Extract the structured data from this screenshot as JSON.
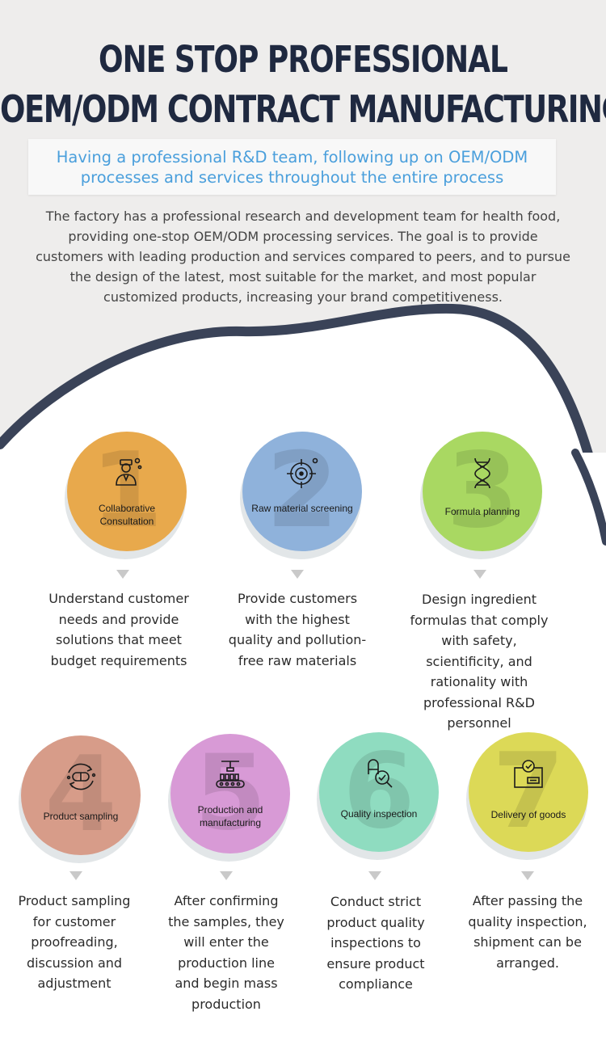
{
  "header": {
    "title_line1": "ONE STOP PROFESSIONAL",
    "title_line2": "OEM/ODM CONTRACT MANUFACTURING",
    "subtitle": "Having a professional R&D team, following up on OEM/ODM processes and services throughout the entire process",
    "intro": "The factory has a professional research and development team for health food, providing one-stop OEM/ODM processing services. The goal is to provide customers with leading production and services compared to peers, and to pursue the design of the latest, most suitable for the market, and most popular customized products, increasing your brand competitiveness."
  },
  "colors": {
    "title": "#1f2940",
    "subtitle": "#4a9fdc",
    "wave": "#3a4358",
    "step1": "#e8a94c",
    "step2": "#8fb2db",
    "step3": "#a9d862",
    "step4": "#d79c89",
    "step5": "#d89ad6",
    "step6": "#8fdcc0",
    "step7": "#dcd957"
  },
  "steps": [
    {
      "number": "1",
      "label": "Collaborative Consultation",
      "icon": "consultant-person-icon",
      "description": "Understand customer needs and provide solutions that meet budget requirements"
    },
    {
      "number": "2",
      "label": "Raw material screening",
      "icon": "target-crosshair-icon",
      "description": "Provide customers with the highest quality and pollution-free raw materials"
    },
    {
      "number": "3",
      "label": "Formula planning",
      "icon": "dna-icon",
      "description": "Design ingredient formulas that comply with safety, scientificity, and rationality with professional R&D personnel"
    },
    {
      "number": "4",
      "label": "Product sampling",
      "icon": "capsule-cycle-icon",
      "description": "Product sampling for customer proofreading, discussion and adjustment"
    },
    {
      "number": "5",
      "label": "Production and manufacturing",
      "icon": "conveyor-factory-icon",
      "description": "After confirming the samples, they will enter the production line and begin mass production"
    },
    {
      "number": "6",
      "label": "Quality inspection",
      "icon": "capsule-magnifier-icon",
      "description": "Conduct strict product quality inspections to ensure product compliance"
    },
    {
      "number": "7",
      "label": "Delivery of goods",
      "icon": "box-checkmark-icon",
      "description": "After passing the quality inspection, shipment can be arranged."
    }
  ]
}
